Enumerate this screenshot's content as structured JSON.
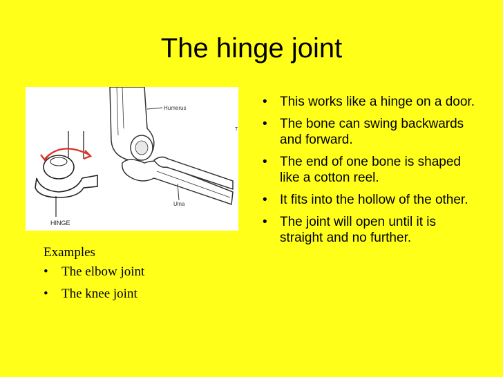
{
  "slide": {
    "title": "The hinge joint",
    "diagram": {
      "label_humerus": "Humerus",
      "label_ulna": "Ulna",
      "label_hinge": "HINGE",
      "label_edge": "T"
    },
    "examples": {
      "heading": "Examples",
      "items": [
        "The elbow joint",
        "The knee joint"
      ]
    },
    "points": [
      "This works like a hinge on a door.",
      "The bone can swing backwards and forward.",
      "The end of one bone is shaped like a cotton reel.",
      "It fits into the hollow of the other.",
      "The joint will open until it is straight and no further."
    ],
    "bullet_char": "•",
    "colors": {
      "background": "#ffff1a",
      "arrow_red": "#d9362b"
    }
  }
}
